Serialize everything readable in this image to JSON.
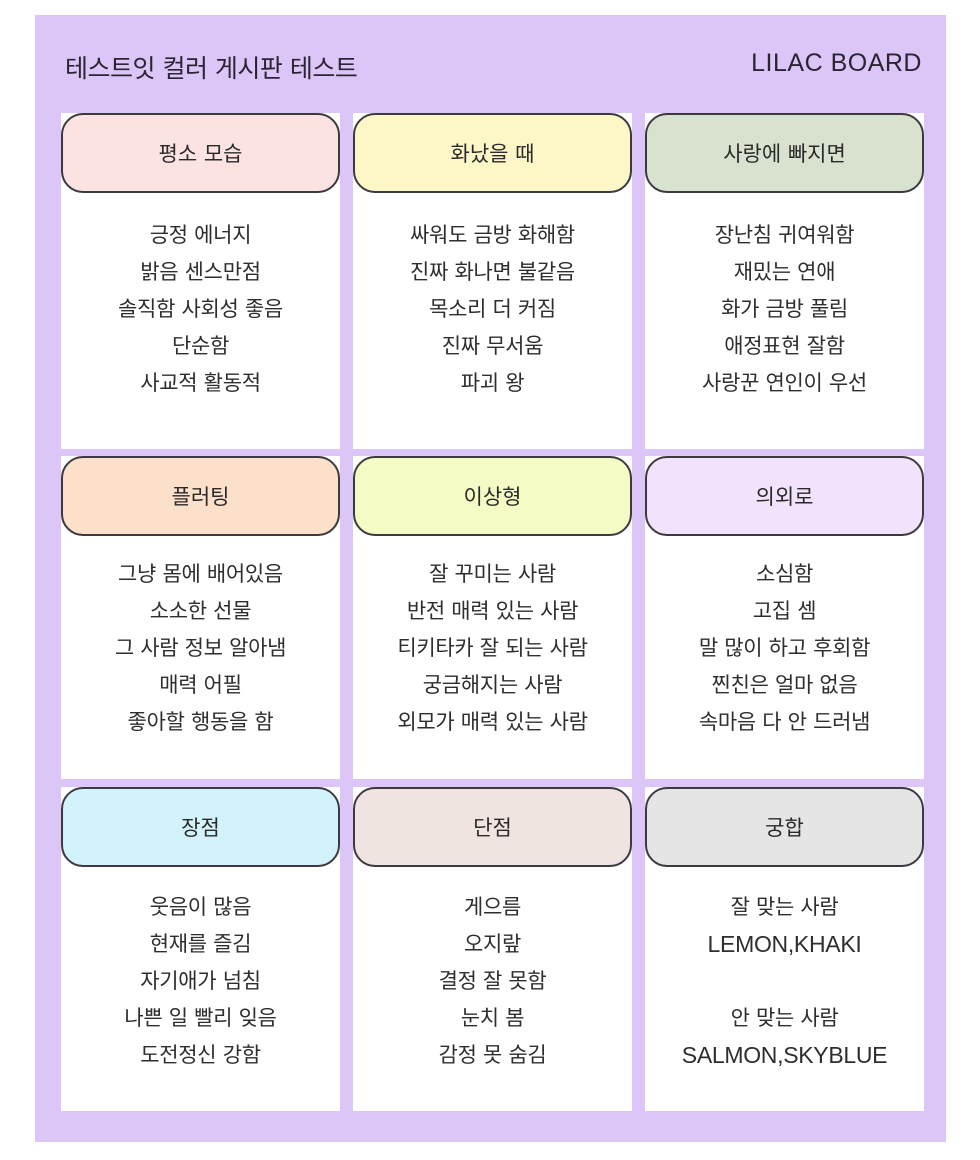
{
  "board": {
    "title": "테스트잇 컬러 게시판 테스트",
    "brand": "LILAC BOARD",
    "background_color": "#dcc6f7"
  },
  "cells": [
    {
      "header": "평소 모습",
      "color": "#fde2e2",
      "lines": [
        "긍정 에너지",
        "밝음 센스만점",
        "솔직함 사회성 좋음",
        "단순함",
        "사교적 활동적"
      ]
    },
    {
      "header": "화났을 때",
      "color": "#fdf7c8",
      "lines": [
        "싸워도 금방 화해함",
        "진짜 화나면 불같음",
        "목소리 더 커짐",
        "진짜 무서움",
        "파괴 왕"
      ]
    },
    {
      "header": "사랑에 빠지면",
      "color": "#d9e2cf",
      "lines": [
        "장난침 귀여워함",
        "재밌는 연애",
        "화가 금방 풀림",
        "애정표현 잘함",
        "사랑꾼 연인이 우선"
      ]
    },
    {
      "header": "플러팅",
      "color": "#fde0c9",
      "lines": [
        "그냥 몸에 배어있음",
        "소소한 선물",
        "그 사람 정보 알아냄",
        "매력 어필",
        "좋아할 행동을 함"
      ]
    },
    {
      "header": "이상형",
      "color": "#f4fbc4",
      "lines": [
        "잘 꾸미는 사람",
        "반전 매력 있는 사람",
        "티키타카 잘 되는 사람",
        "궁금해지는 사람",
        "외모가 매력 있는 사람"
      ]
    },
    {
      "header": "의외로",
      "color": "#f0e3fb",
      "lines": [
        "소심함",
        "고집 셈",
        "말 많이 하고 후회함",
        "찐친은 얼마 없음",
        "속마음 다 안 드러냄"
      ]
    },
    {
      "header": "장점",
      "color": "#d3f3fc",
      "lines": [
        "웃음이 많음",
        "현재를 즐김",
        "자기애가 넘침",
        "나쁜 일 빨리 잊음",
        "도전정신 강함"
      ]
    },
    {
      "header": "단점",
      "color": "#f0e4e0",
      "lines": [
        "게으름",
        "오지랖",
        "결정 잘 못함",
        "눈치 봄",
        "감정 못 숨김"
      ]
    },
    {
      "header": "궁합",
      "color": "#e5e5e5",
      "lines": [
        "잘 맞는 사람",
        "LEMON,KHAKI",
        "",
        "안 맞는 사람",
        "SALMON,SKYBLUE"
      ]
    }
  ]
}
